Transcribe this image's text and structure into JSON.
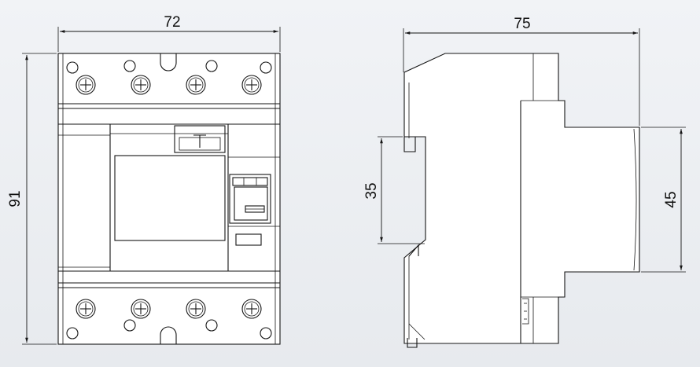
{
  "diagram": {
    "front_view": {
      "width_label": "72",
      "height_label": "91"
    },
    "side_view": {
      "depth_label": "75",
      "rail_label": "35",
      "body_label": "45"
    }
  },
  "colors": {
    "background": "#eceef2",
    "line": "#151515",
    "fill": "#ffffff"
  }
}
